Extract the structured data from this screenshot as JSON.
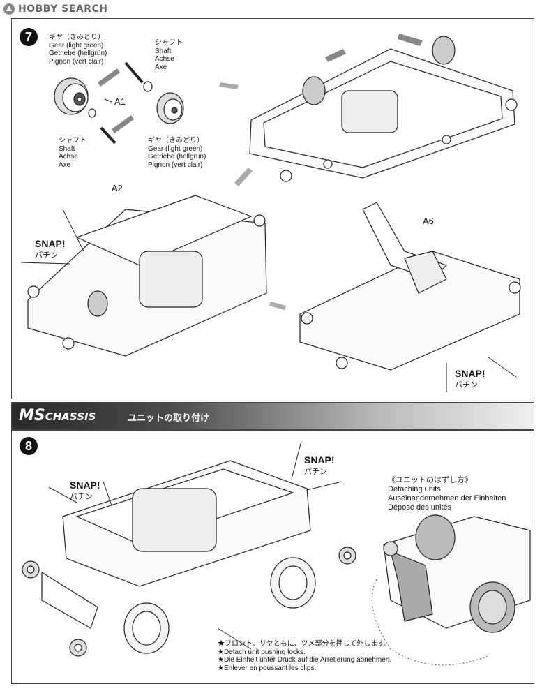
{
  "watermark": {
    "text": "HOBBY SEARCH"
  },
  "step7": {
    "number": "7",
    "gear_top": [
      "ギヤ（きみどり）",
      "Gear (light green)",
      "Getriebe (hellgrün)",
      "Pignon (vert clair)"
    ],
    "shaft_top": [
      "シャフト",
      "Shaft",
      "Achse",
      "Axe"
    ],
    "part_a1": "A1",
    "shaft_bottom": [
      "シャフト",
      "Shaft",
      "Achse",
      "Axe"
    ],
    "gear_bottom": [
      "ギヤ（きみどり）",
      "Gear (light green)",
      "Getriebe (hellgrün)",
      "Pignon (vert clair)"
    ],
    "part_a2": "A2",
    "part_a6": "A6",
    "snap_left": {
      "en": "SNAP!",
      "jp": "パチン"
    },
    "snap_right": {
      "en": "SNAP!",
      "jp": "パチン"
    }
  },
  "banner": {
    "ms": "MS",
    "chassis": "CHASSIS",
    "title": "ユニットの取り付け"
  },
  "step8": {
    "number": "8",
    "snap_left": {
      "en": "SNAP!",
      "jp": "パチン"
    },
    "snap_right": {
      "en": "SNAP!",
      "jp": "パチン"
    },
    "detach_title": [
      "《ユニットのはずし方》",
      "Detaching units",
      "Auseinandernehmen der Einheiten",
      "Dépose des unités"
    ],
    "notes": [
      "★フロント、リヤともに、ツメ部分を押して外します。",
      "★Detach unit pushing locks.",
      "★Die Einheit unter Druck auf die Arretierung abnehmen.",
      "★Enlever en poussant les clips."
    ]
  }
}
